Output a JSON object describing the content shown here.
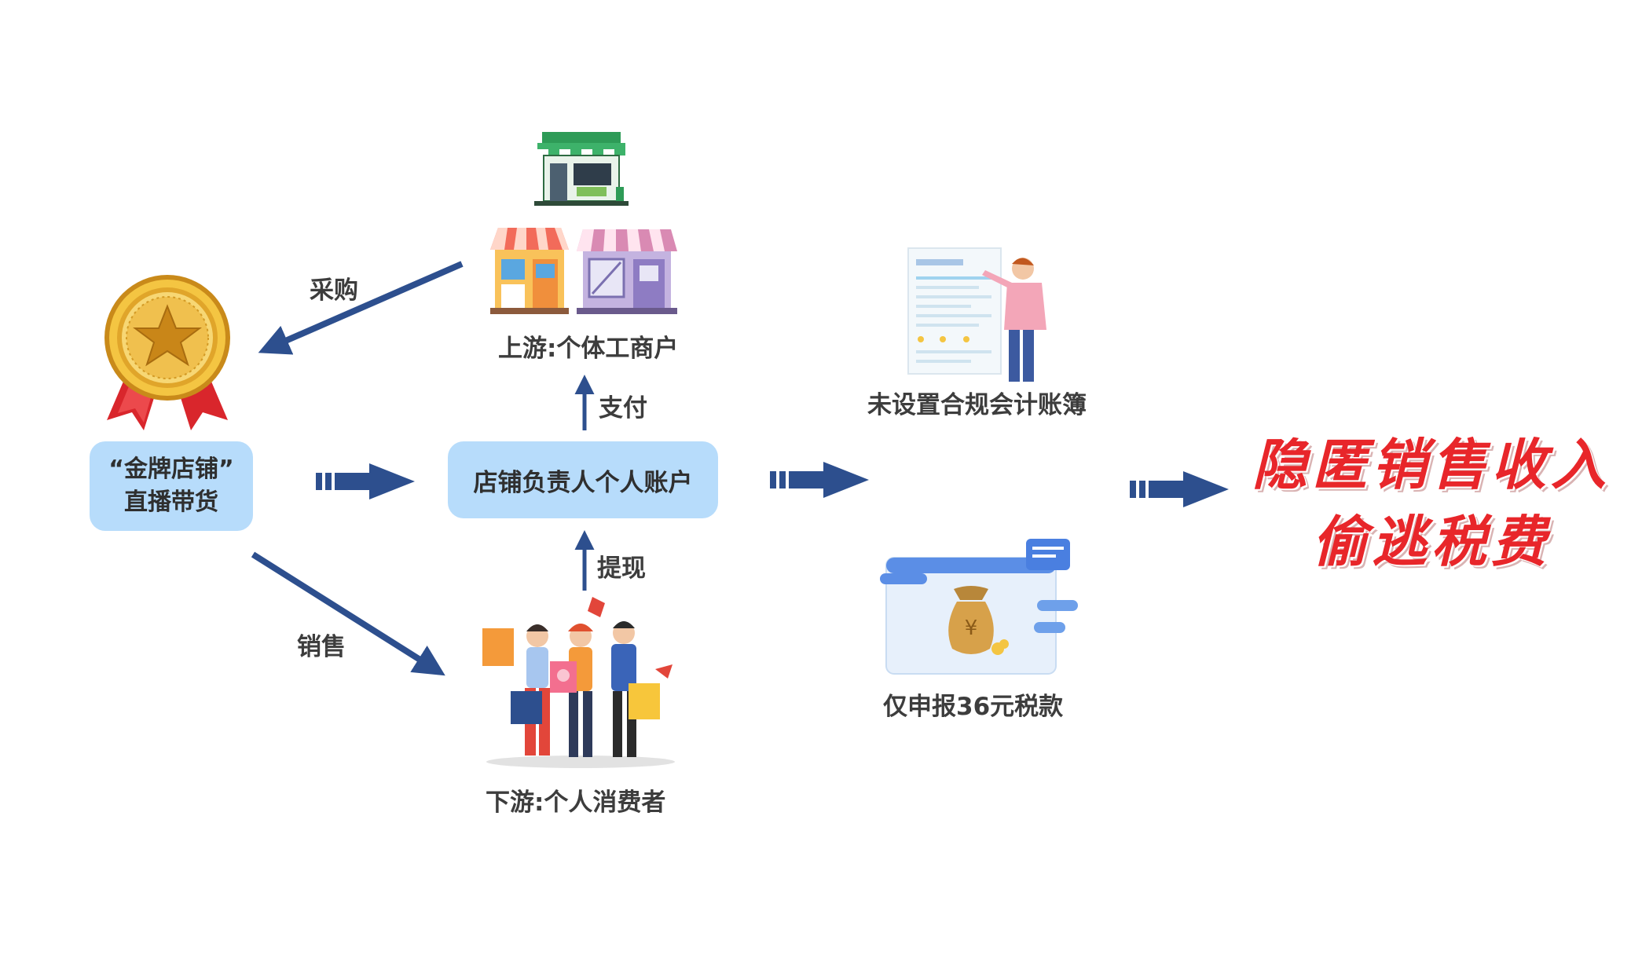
{
  "nodes": {
    "gold_store_line1": "“金牌店铺”",
    "gold_store_line2": "直播带货",
    "personal_account": "店铺负责人个人账户",
    "upstream": "上游:个体工商户",
    "downstream": "下游:个人消费者",
    "no_ledger": "未设置合规会计账簿",
    "declared_tax": "仅申报36元税款"
  },
  "edges": {
    "purchase": "采购",
    "sales": "销售",
    "pay": "支付",
    "withdraw": "提现"
  },
  "result": {
    "line1": "隐匿销售收入",
    "line2": "偷逃税费"
  },
  "illustrations": {
    "medal": "gold-medal-star-icon",
    "shops": "storefront-icons",
    "shoppers": "shoppers-with-bags",
    "ledger": "accounting-ledger-presenter",
    "money_bag": "yen-money-bag-window"
  },
  "colors": {
    "arrow": "#2d4f8e",
    "node_fill": "#b7dcfb",
    "result_red": "#e8262a"
  }
}
